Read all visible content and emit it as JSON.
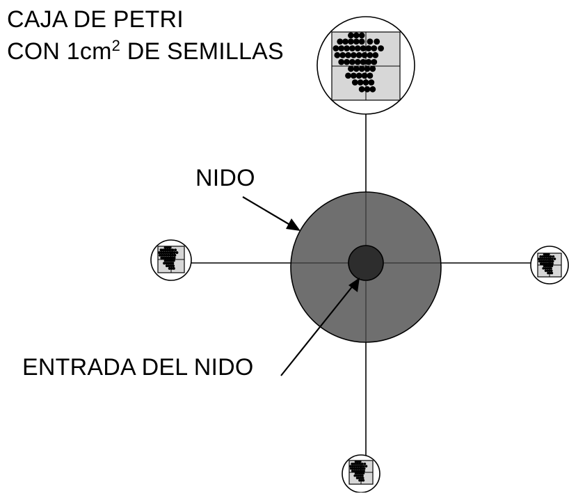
{
  "labels": {
    "title_line1": "CAJA DE PETRI",
    "title_line2_pre": "CON 1cm",
    "title_line2_sup": "2",
    "title_line2_post": " DE SEMILLAS",
    "nest": "NIDO",
    "nest_entrance": "ENTRADA DEL NIDO"
  },
  "colors": {
    "nest": "#6f6f6f",
    "nest_entrance": "#2d2d2d",
    "dish_square": "#d7d7d7",
    "seeds": "#000000",
    "lines": "#000000",
    "background": "#ffffff"
  }
}
